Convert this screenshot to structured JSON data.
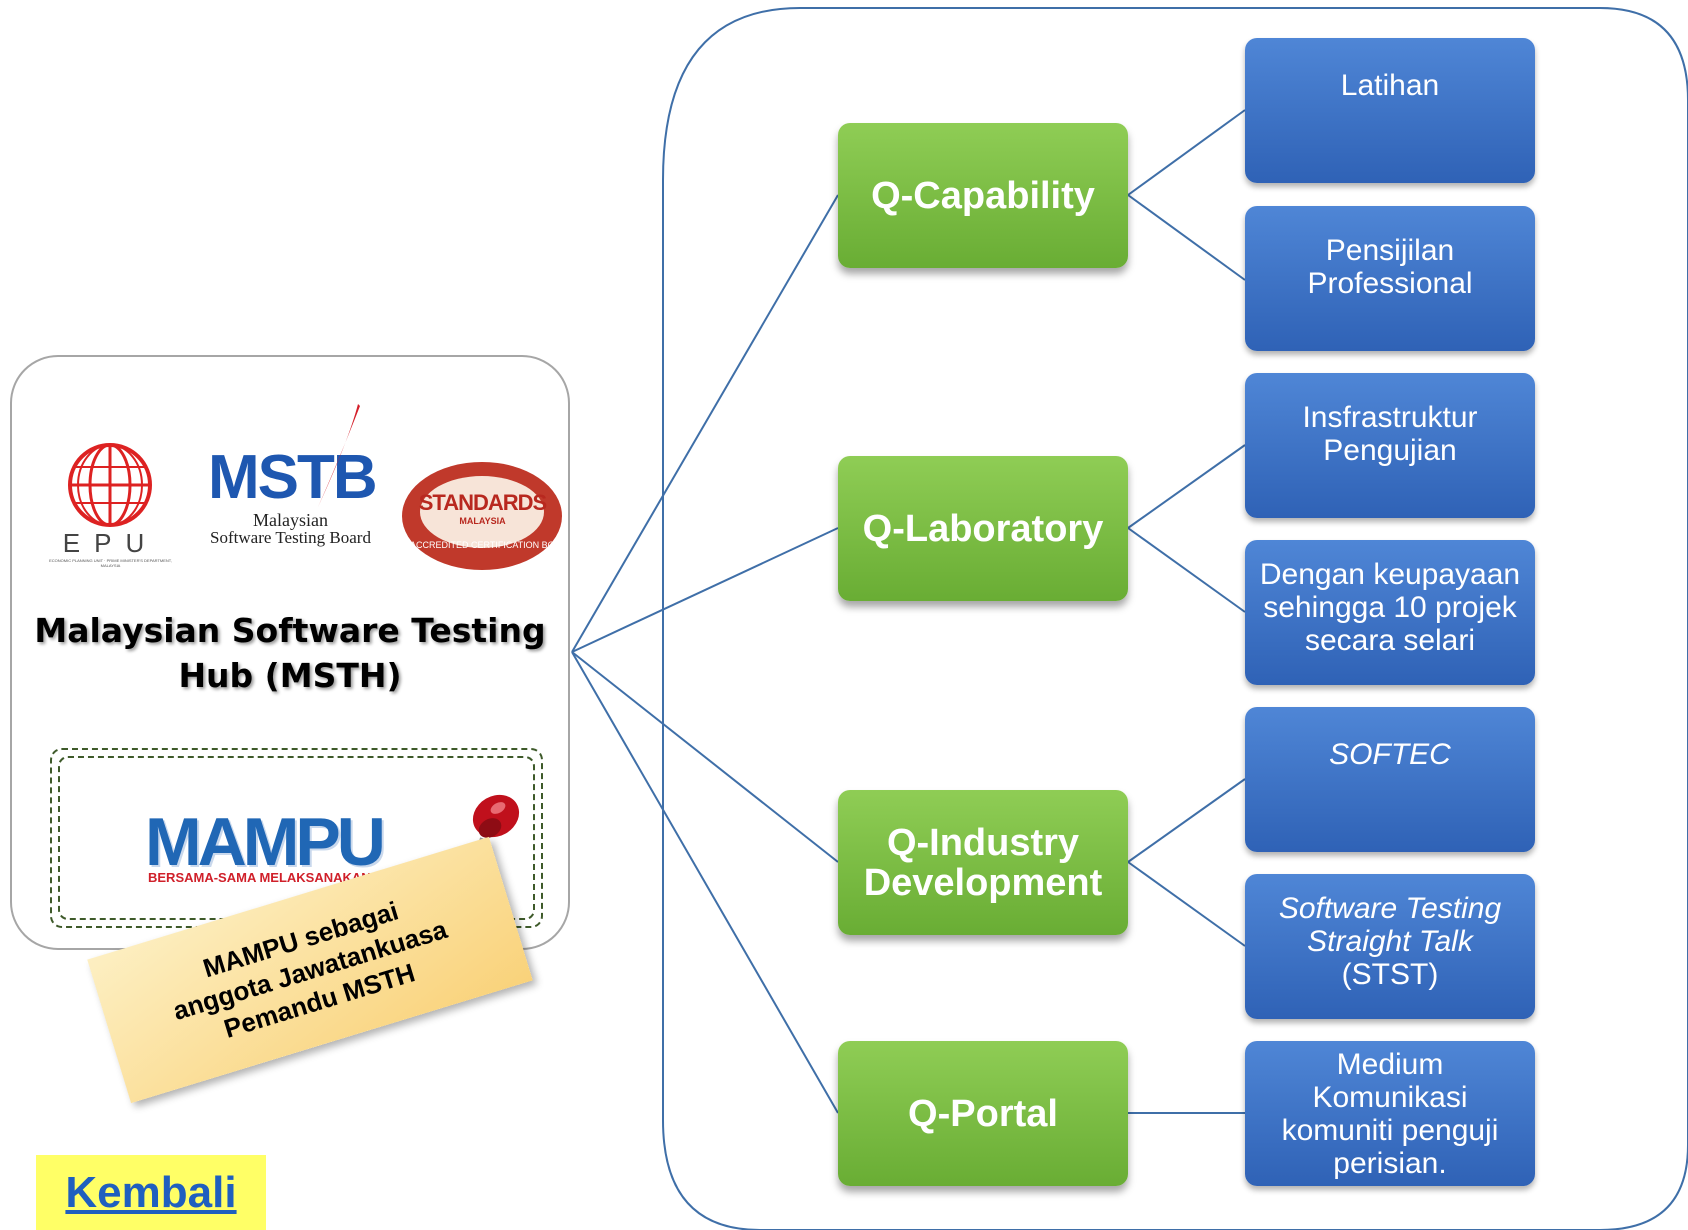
{
  "hub": {
    "title": "Malaysian Software Testing Hub (MSTH)",
    "logos": {
      "epu": {
        "text": "EPU",
        "subtext": "ECONOMIC PLANNING UNIT · PRIME MINISTER'S DEPARTMENT, MALAYSIA"
      },
      "mstb": {
        "text": "MSTB",
        "line1": "Malaysian",
        "line2": "Software Testing Board"
      },
      "standards": {
        "text": "STANDARDS",
        "sub": "MALAYSIA",
        "ring": "ACCREDITED CERTIFICATION BODY"
      },
      "mampu": {
        "text": "MAMPU",
        "tagline": "BERSAMA-SAMA MELAKSANAKAN P"
      }
    }
  },
  "sticky_note": {
    "line1": "MAMPU sebagai",
    "line2": "anggota Jawatankuasa",
    "line3": "Pemandu MSTH"
  },
  "pillars": [
    {
      "label": "Q-Capability"
    },
    {
      "label": "Q-Laboratory"
    },
    {
      "label": "Q-Industry Development"
    },
    {
      "label": "Q-Portal"
    }
  ],
  "details": {
    "latihan": "Latihan",
    "pensijilan": "Pensijilan Professional",
    "infrastruktur": "Insfrastruktur Pengujian",
    "keupayaan": "Dengan keupayaan sehingga 10 projek secara selari",
    "softec": "SOFTEC",
    "stst_italic": "Software Testing Straight Talk",
    "stst_plain": "(STST)",
    "medium": "Medium Komunikasi komuniti penguji perisian."
  },
  "nav": {
    "back_label": "Kembali"
  },
  "colors": {
    "green": "#78bd42",
    "blue": "#3c70c6",
    "line": "#3f6fa8",
    "link": "#1f5fbf",
    "link_bg": "#ffff66"
  }
}
